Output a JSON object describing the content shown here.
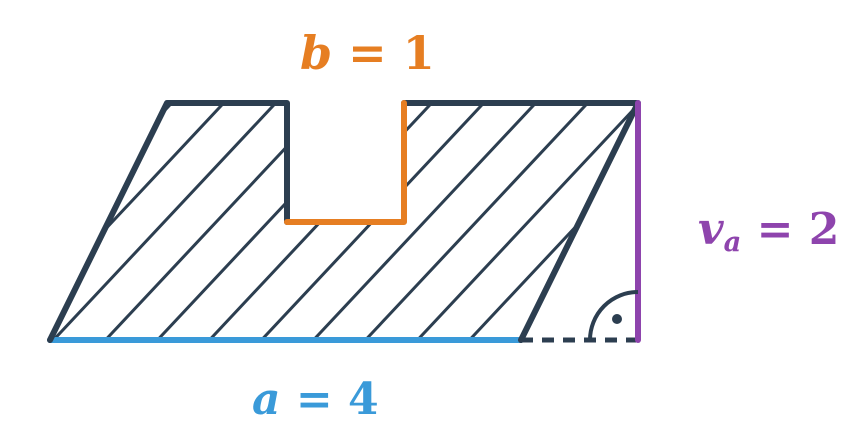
{
  "labels": {
    "b": {
      "var": "b",
      "eq": " = ",
      "value": "1"
    },
    "a": {
      "var": "a",
      "eq": " = ",
      "value": "4"
    },
    "va": {
      "var": "v",
      "sub": "a",
      "eq": " = ",
      "value": "2"
    }
  },
  "colors": {
    "outline": "#2c3e50",
    "side_b": "#e67e22",
    "side_a": "#3a9ad9",
    "height": "#8e44ad"
  }
}
